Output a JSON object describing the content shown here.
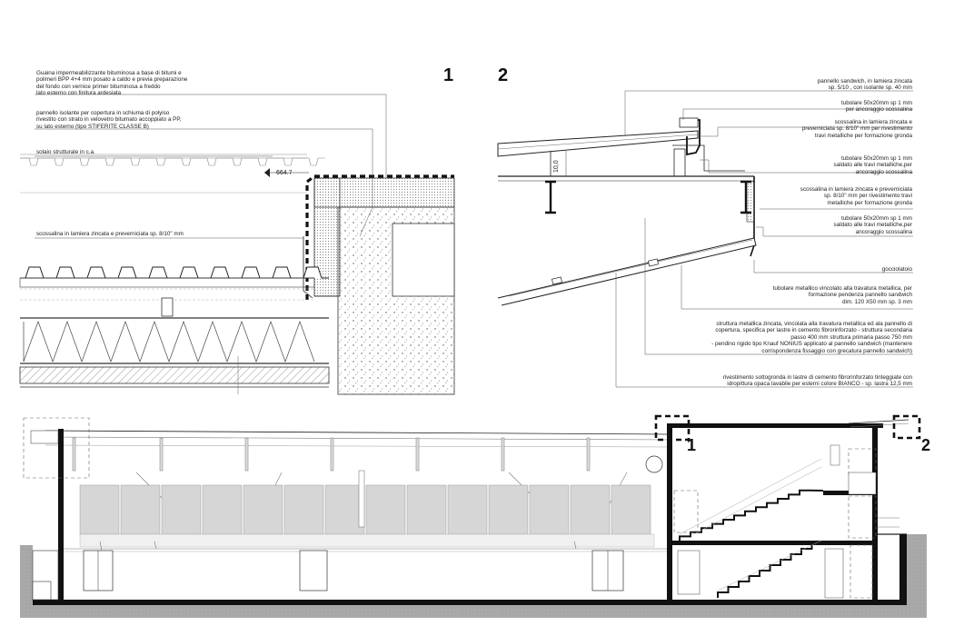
{
  "detail_1": {
    "number": "1",
    "notes": [
      "Guaina impermeabilizzante bituminosa a base di bitumi e\npolimeri BPP 4+4 mm posato a caldo e previa preparazione\ndel fondo con vernice primer bituminosa a freddo\nlato esterno con finitura ardesiata",
      "pannello isolante per copertura in schiuma di polyiso\nrivestito con strato in velovetro  bitumato accoppiato a PP,\nsu lato esterno (tipo STIFERITE CLASSE B)",
      "solaio strutturale in c.a.",
      "scossalina in lamiera zincata e preverniciata sp. 8/10\" mm"
    ],
    "level": "664.7"
  },
  "detail_2": {
    "number": "2",
    "dim_label": "10,0",
    "notes": [
      "pannello sandwich, in lamiera  zincata\nsp. 5/10 , con isolante  sp. 40 mm",
      "tubolare 50x20mm sp 1 mm\nper ancoraggio scossalina",
      "scossalina in lamiera zincata e\npreverniciata sp. 8/10\" mm  per rivestimento\ntravi metalliche per formazione gronda",
      "tubolare 50x20mm sp 1 mm\nsaldato alle travi metalliche,per\nancoraggio scossalina",
      "scossalina in lamiera zincata e preverniciata\nsp. 8/10\" mm per rivestimento travi\nmetalliche per formazione gronda",
      "tubolare 50x20mm sp 1 mm\nsaldato alle travi metalliche,per\nancoraggio scossalina",
      "gocciolatoio",
      "tubolare metallico vincolato alla travatura metallica, per\nformazione pendenza pannello sandwich\ndim.  120 X50 mm sp. 3 mm",
      "struttura metallica zincata, vincolata alla travatura metallica ed ala pannello di\ncopertura, specifica per lastre in cemento fibrorinforzato - struttura secondaria\npasso 400 mm struttura primaria passo 750 mm\n- pendino rigido tipo Knauf NONIUS  applicato al pannello sandwich (mantenere\ncorrispondenza fissaggio con grecatura pannello sandwich)",
      "rivestimento sottogronda in lastre di cemento fibrorinforzato tinteggiate con\nidropittura opaca lavabile per esterni colore BIANCO  - sp. lastra 12,5 mm"
    ]
  },
  "section": {
    "callouts": [
      "1",
      "2"
    ]
  }
}
